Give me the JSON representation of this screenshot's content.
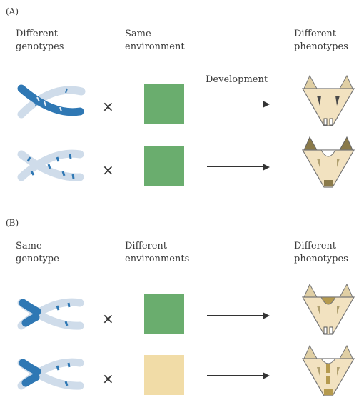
{
  "panelA": {
    "label": "(A)",
    "col1_line1": "Different",
    "col1_line2": "genotypes",
    "col2_line1": "Same",
    "col2_line2": "environment",
    "arrow_label": "Development",
    "col3_line1": "Different",
    "col3_line2": "phenotypes",
    "times": "×",
    "env_colors": [
      "#6aad6e",
      "#6aad6e"
    ]
  },
  "panelB": {
    "label": "(B)",
    "col1_line1": "Same",
    "col1_line2": "genotype",
    "col2_line1": "Different",
    "col2_line2": "environments",
    "col3_line1": "Different",
    "col3_line2": "phenotypes",
    "times": "×",
    "env_colors": [
      "#6aad6e",
      "#f1dca7"
    ]
  },
  "colors": {
    "chromosome_dark": "#2f78b4",
    "chromosome_light": "#cfdcea",
    "face_fill": "#f2e2c0",
    "face_dark": "#8a7a4a",
    "arrow": "#333333"
  }
}
